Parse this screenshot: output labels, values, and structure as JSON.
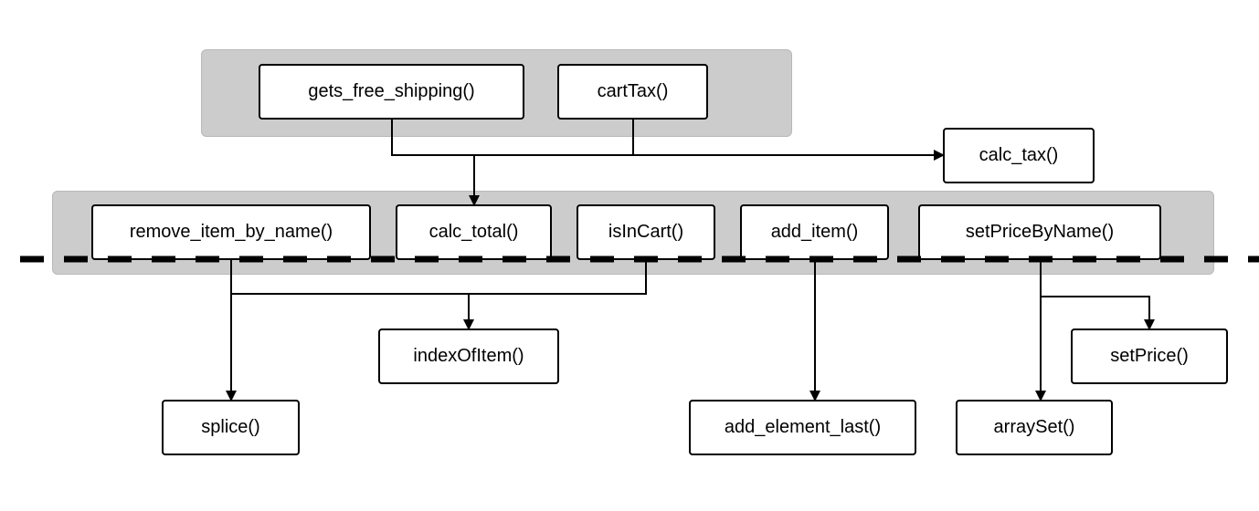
{
  "diagram": {
    "nodes": {
      "gets_free_shipping": "gets_free_shipping()",
      "cartTax": "cartTax()",
      "calc_tax": "calc_tax()",
      "remove_item_by_name": "remove_item_by_name()",
      "calc_total": "calc_total()",
      "isInCart": "isInCart()",
      "add_item": "add_item()",
      "setPriceByName": "setPriceByName()",
      "indexOfItem": "indexOfItem()",
      "setPrice": "setPrice()",
      "splice": "splice()",
      "add_element_last": "add_element_last()",
      "arraySet": "arraySet()"
    },
    "edges": [
      {
        "from": "gets_free_shipping",
        "to": "calc_total"
      },
      {
        "from": "gets_free_shipping",
        "to": "calc_tax"
      },
      {
        "from": "cartTax",
        "to": "calc_total"
      },
      {
        "from": "cartTax",
        "to": "calc_tax"
      },
      {
        "from": "remove_item_by_name",
        "to": "splice"
      },
      {
        "from": "remove_item_by_name",
        "to": "indexOfItem"
      },
      {
        "from": "isInCart",
        "to": "indexOfItem"
      },
      {
        "from": "add_item",
        "to": "add_element_last"
      },
      {
        "from": "setPriceByName",
        "to": "arraySet"
      },
      {
        "from": "setPriceByName",
        "to": "setPrice"
      }
    ],
    "colors": {
      "group_fill": "#cccccc",
      "node_fill": "#ffffff",
      "stroke": "#000000"
    }
  }
}
